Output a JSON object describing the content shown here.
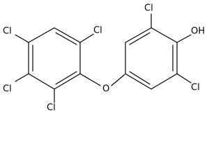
{
  "molecule": {
    "colors": {
      "bond": "#000000",
      "label": "#000000",
      "background": "#ffffff"
    },
    "atoms": [
      {
        "id": "cl_top_left",
        "label": "Cl"
      },
      {
        "id": "cl_mid_left",
        "label": "Cl"
      },
      {
        "id": "cl_top_inner",
        "label": "Cl"
      },
      {
        "id": "cl_bottom",
        "label": "Cl"
      },
      {
        "id": "o_bridge",
        "label": "O"
      },
      {
        "id": "cl_top_right",
        "label": "Cl"
      },
      {
        "id": "oh_group",
        "label": "OH"
      },
      {
        "id": "cl_bot_right",
        "label": "Cl"
      }
    ]
  }
}
